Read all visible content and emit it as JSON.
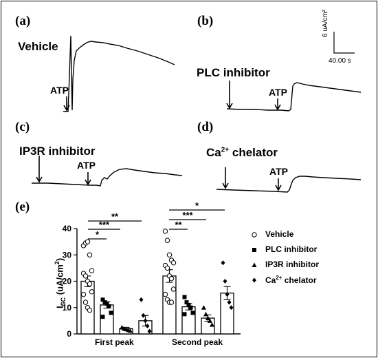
{
  "panels": {
    "a": {
      "letter": "(a)",
      "title": "Vehicle",
      "arrow_label": "ATP"
    },
    "b": {
      "letter": "(b)",
      "title": "PLC inhibitor",
      "arrow_label": "ATP"
    },
    "c": {
      "letter": "(c)",
      "title": "IP3R inhibitor",
      "arrow_label": "ATP"
    },
    "d": {
      "letter": "(d)",
      "title_prefix": "Ca",
      "title_sup": "2+",
      "title_suffix": " chelator",
      "arrow_label": "ATP"
    },
    "e": {
      "letter": "(e)"
    }
  },
  "scale_bar": {
    "vertical_label": "6 uA/cm²",
    "horizontal_label": "40.00 s"
  },
  "chart_data": {
    "type": "bar",
    "ylabel_prefix": "I",
    "ylabel_sub": "SC",
    "ylabel_unit": " (uA/cm",
    "ylabel_sup": "2",
    "ylabel_close": ")",
    "ylim": [
      0,
      40
    ],
    "yticks": [
      0,
      10,
      20,
      30,
      40
    ],
    "categories": [
      "First peak",
      "Second peak"
    ],
    "series": [
      {
        "name": "Vehicle",
        "marker": "open-circle",
        "values": [
          20,
          22
        ],
        "sem": [
          2.0,
          2.4
        ],
        "points": [
          [
            33.5,
            34.5,
            35,
            30,
            24,
            23,
            22,
            20,
            19,
            16,
            15,
            12,
            10,
            9
          ],
          [
            39,
            35.5,
            30,
            28,
            27,
            26,
            25,
            22,
            21,
            17,
            15,
            13,
            12,
            12
          ]
        ]
      },
      {
        "name": "PLC inhibitor",
        "marker": "filled-square",
        "values": [
          11,
          10.3
        ],
        "sem": [
          1.2,
          1.2
        ],
        "points": [
          [
            13,
            12,
            11.5,
            10.5,
            8,
            6.5
          ],
          [
            14,
            12,
            11,
            10,
            8,
            7.5
          ]
        ]
      },
      {
        "name": "IP3R inhibitor",
        "marker": "filled-triangle",
        "values": [
          2,
          6
        ],
        "sem": [
          0.5,
          1.2
        ],
        "points": [
          [
            2.5,
            2,
            1.8,
            1.5,
            1.2
          ],
          [
            10,
            7.5,
            6,
            5,
            3.5
          ]
        ]
      },
      {
        "name_prefix": "Ca",
        "name_sup": "2+",
        "name_suffix": " chelator",
        "marker": "filled-diamond",
        "values": [
          5,
          15.5
        ],
        "sem": [
          2.0,
          2.5
        ],
        "points": [
          [
            13,
            7,
            5,
            3,
            1
          ],
          [
            27,
            20,
            15,
            12,
            10
          ]
        ]
      }
    ],
    "significance": [
      {
        "group": "First peak",
        "text": "*"
      },
      {
        "group": "First peak",
        "text": "***"
      },
      {
        "group": "First peak",
        "text": "**"
      },
      {
        "group": "Second peak",
        "text": "**"
      },
      {
        "group": "Second peak",
        "text": "***"
      },
      {
        "group": "Second peak",
        "text": "*"
      }
    ]
  }
}
